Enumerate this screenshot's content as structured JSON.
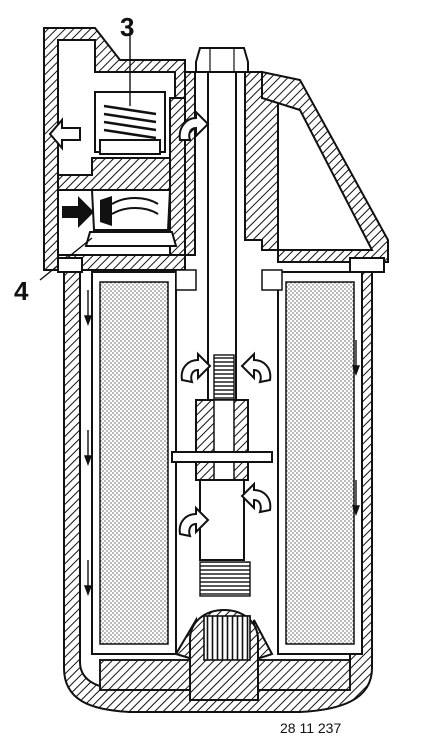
{
  "diagram": {
    "callouts": {
      "spring_valve": "3",
      "inlet_valve": "4"
    },
    "figure_number": "28 11 237",
    "colors": {
      "ink": "#111111",
      "paper": "#ffffff",
      "filter_dots": "#555555"
    },
    "icons": [
      "flow-arrow-icon",
      "hollow-arrow-icon",
      "filled-arrow-icon"
    ]
  }
}
